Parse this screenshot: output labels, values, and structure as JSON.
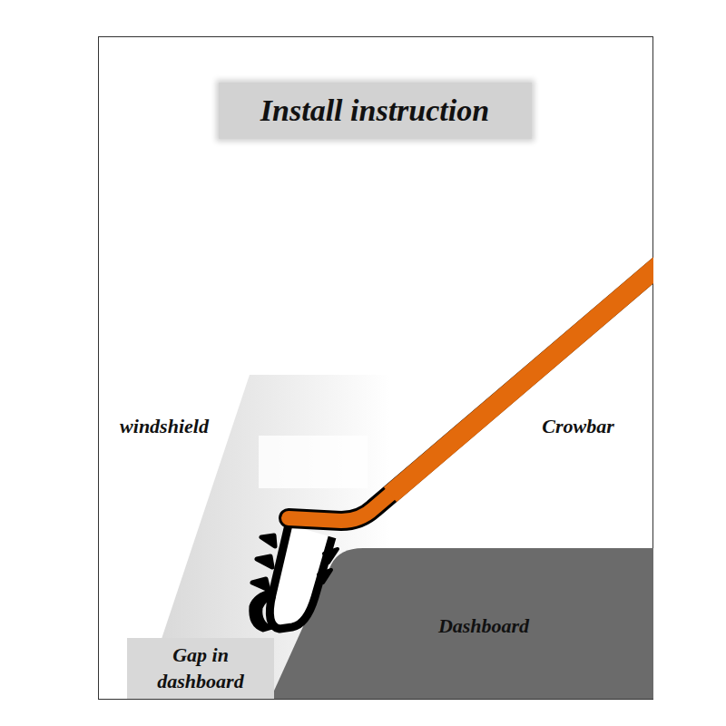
{
  "diagram": {
    "title": "Install instruction",
    "nodes": [
      {
        "text": [
          "Dashboard"
        ]
      },
      {
        "text": [
          "Gap in dashboard"
        ]
      }
    ],
    "labels": [
      "windshield",
      "Crowbar"
    ]
  }
}
